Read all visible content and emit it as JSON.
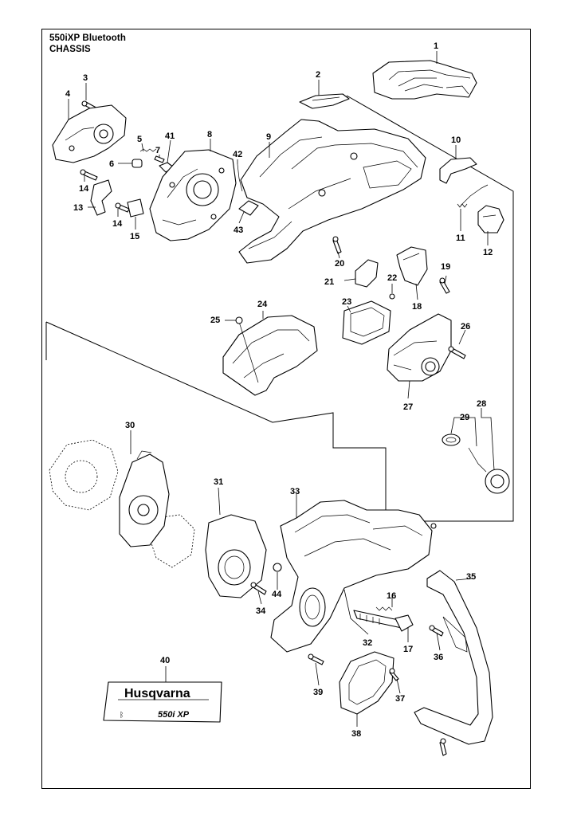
{
  "header": {
    "model": "550iXP Bluetooth",
    "section": "CHASSIS"
  },
  "decal": {
    "brand": "Husqvarna",
    "model": "550i XP"
  },
  "callouts": [
    {
      "id": "c1",
      "label": "1"
    },
    {
      "id": "c2",
      "label": "2"
    },
    {
      "id": "c3",
      "label": "3"
    },
    {
      "id": "c4",
      "label": "4"
    },
    {
      "id": "c5",
      "label": "5"
    },
    {
      "id": "c6",
      "label": "6"
    },
    {
      "id": "c7",
      "label": "7"
    },
    {
      "id": "c8",
      "label": "8"
    },
    {
      "id": "c9",
      "label": "9"
    },
    {
      "id": "c10",
      "label": "10"
    },
    {
      "id": "c11",
      "label": "11"
    },
    {
      "id": "c12",
      "label": "12"
    },
    {
      "id": "c13",
      "label": "13"
    },
    {
      "id": "c14a",
      "label": "14"
    },
    {
      "id": "c14b",
      "label": "14"
    },
    {
      "id": "c15",
      "label": "15"
    },
    {
      "id": "c16",
      "label": "16"
    },
    {
      "id": "c17",
      "label": "17"
    },
    {
      "id": "c18",
      "label": "18"
    },
    {
      "id": "c19",
      "label": "19"
    },
    {
      "id": "c20",
      "label": "20"
    },
    {
      "id": "c21",
      "label": "21"
    },
    {
      "id": "c22",
      "label": "22"
    },
    {
      "id": "c23",
      "label": "23"
    },
    {
      "id": "c24",
      "label": "24"
    },
    {
      "id": "c25",
      "label": "25"
    },
    {
      "id": "c26",
      "label": "26"
    },
    {
      "id": "c27",
      "label": "27"
    },
    {
      "id": "c28",
      "label": "28"
    },
    {
      "id": "c29",
      "label": "29"
    },
    {
      "id": "c30",
      "label": "30"
    },
    {
      "id": "c31",
      "label": "31"
    },
    {
      "id": "c32",
      "label": "32"
    },
    {
      "id": "c33",
      "label": "33"
    },
    {
      "id": "c34",
      "label": "34"
    },
    {
      "id": "c35",
      "label": "35"
    },
    {
      "id": "c36",
      "label": "36"
    },
    {
      "id": "c37",
      "label": "37"
    },
    {
      "id": "c38",
      "label": "38"
    },
    {
      "id": "c39",
      "label": "39"
    },
    {
      "id": "c40",
      "label": "40"
    },
    {
      "id": "c41",
      "label": "41"
    },
    {
      "id": "c42",
      "label": "42"
    },
    {
      "id": "c43",
      "label": "43"
    },
    {
      "id": "c44",
      "label": "44"
    }
  ]
}
